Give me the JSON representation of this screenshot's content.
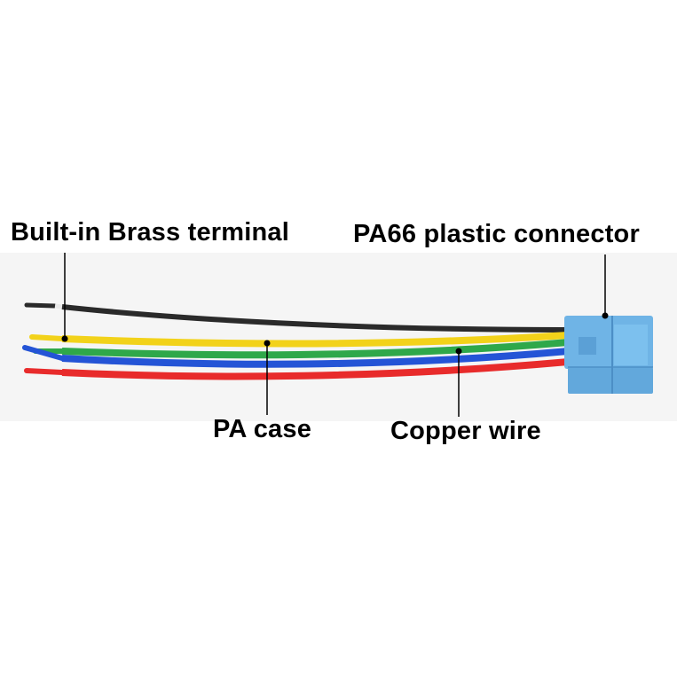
{
  "labels": {
    "brass_terminal": "Built-in Brass terminal",
    "pa66_connector": "PA66 plastic connector",
    "pa_case": "PA case",
    "copper_wire": "Copper wire"
  },
  "wires": [
    {
      "name": "black-wire",
      "color": "#2a2a2a"
    },
    {
      "name": "yellow-wire",
      "color": "#f2d21a"
    },
    {
      "name": "green-wire",
      "color": "#2fa84a"
    },
    {
      "name": "blue-wire",
      "color": "#2454d6"
    },
    {
      "name": "red-wire",
      "color": "#e82b2b"
    }
  ],
  "connector_color": "#6fb4e6",
  "photo_background": "#f6f6f6"
}
